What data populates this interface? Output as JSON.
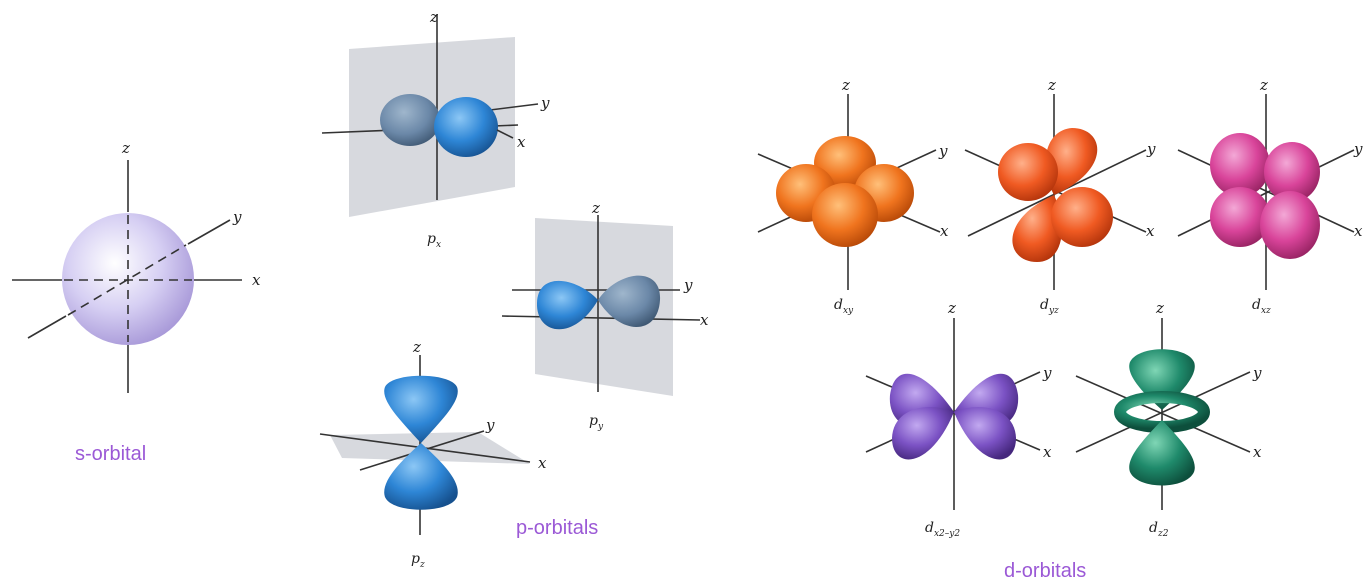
{
  "axes": {
    "x": "x",
    "y": "y",
    "z": "z"
  },
  "s": {
    "group_label": "s-orbital"
  },
  "p": {
    "group_label": "p-orbitals",
    "px": {
      "main": "p",
      "sub": "x"
    },
    "py": {
      "main": "p",
      "sub": "y"
    },
    "pz": {
      "main": "p",
      "sub": "z"
    }
  },
  "d": {
    "group_label": "d-orbitals",
    "dxy": {
      "main": "d",
      "sub": "xy"
    },
    "dyz": {
      "main": "d",
      "sub": "yz"
    },
    "dxz": {
      "main": "d",
      "sub": "xz"
    },
    "dx2y2": {
      "main": "d",
      "sub": "x2–y2"
    },
    "dz2": {
      "main": "d",
      "sub": "z2"
    }
  },
  "colors": {
    "s": "#c9bff0",
    "p": "#2e86d6",
    "p_back": "#6b88a8",
    "dxy": "#f0741e",
    "dyz": "#f05a22",
    "dxz": "#d9449a",
    "dx2y2": "#7b52c4",
    "dz2": "#1f8a6b",
    "label": "#9b59d6"
  }
}
